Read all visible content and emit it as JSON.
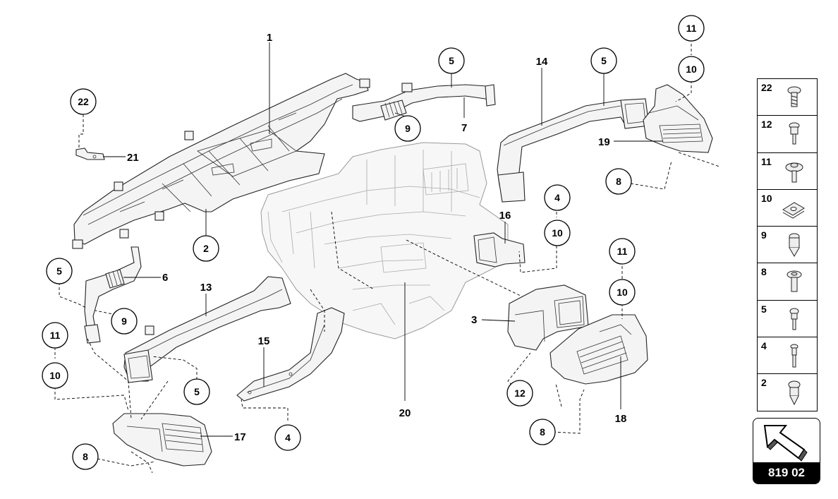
{
  "callouts": {
    "c2": "2",
    "c4a": "4",
    "c4b": "4",
    "c5a": "5",
    "c5b": "5",
    "c5c": "5",
    "c5d": "5",
    "c8a": "8",
    "c8b": "8",
    "c8c": "8",
    "c9a": "9",
    "c9b": "9",
    "c10a": "10",
    "c10b": "10",
    "c10c": "10",
    "c10d": "10",
    "c11a": "11",
    "c11b": "11",
    "c11c": "11",
    "c12": "12",
    "c22": "22"
  },
  "labels": {
    "l1": "1",
    "l3": "3",
    "l6": "6",
    "l7": "7",
    "l13": "13",
    "l14": "14",
    "l15": "15",
    "l16": "16",
    "l17": "17",
    "l18": "18",
    "l19": "19",
    "l20": "20",
    "l21": "21"
  },
  "legend": [
    {
      "num": "22",
      "icon": "screw-22-icon"
    },
    {
      "num": "12",
      "icon": "screw-12-icon"
    },
    {
      "num": "11",
      "icon": "screw-11-icon"
    },
    {
      "num": "10",
      "icon": "clip-nut-10-icon"
    },
    {
      "num": "9",
      "icon": "screw-9-icon"
    },
    {
      "num": "8",
      "icon": "screw-8-icon"
    },
    {
      "num": "5",
      "icon": "screw-5-icon"
    },
    {
      "num": "4",
      "icon": "screw-4-icon"
    },
    {
      "num": "2",
      "icon": "screw-2-icon"
    }
  ],
  "badge": {
    "code": "819 02",
    "icon": "direction-arrow-icon"
  }
}
